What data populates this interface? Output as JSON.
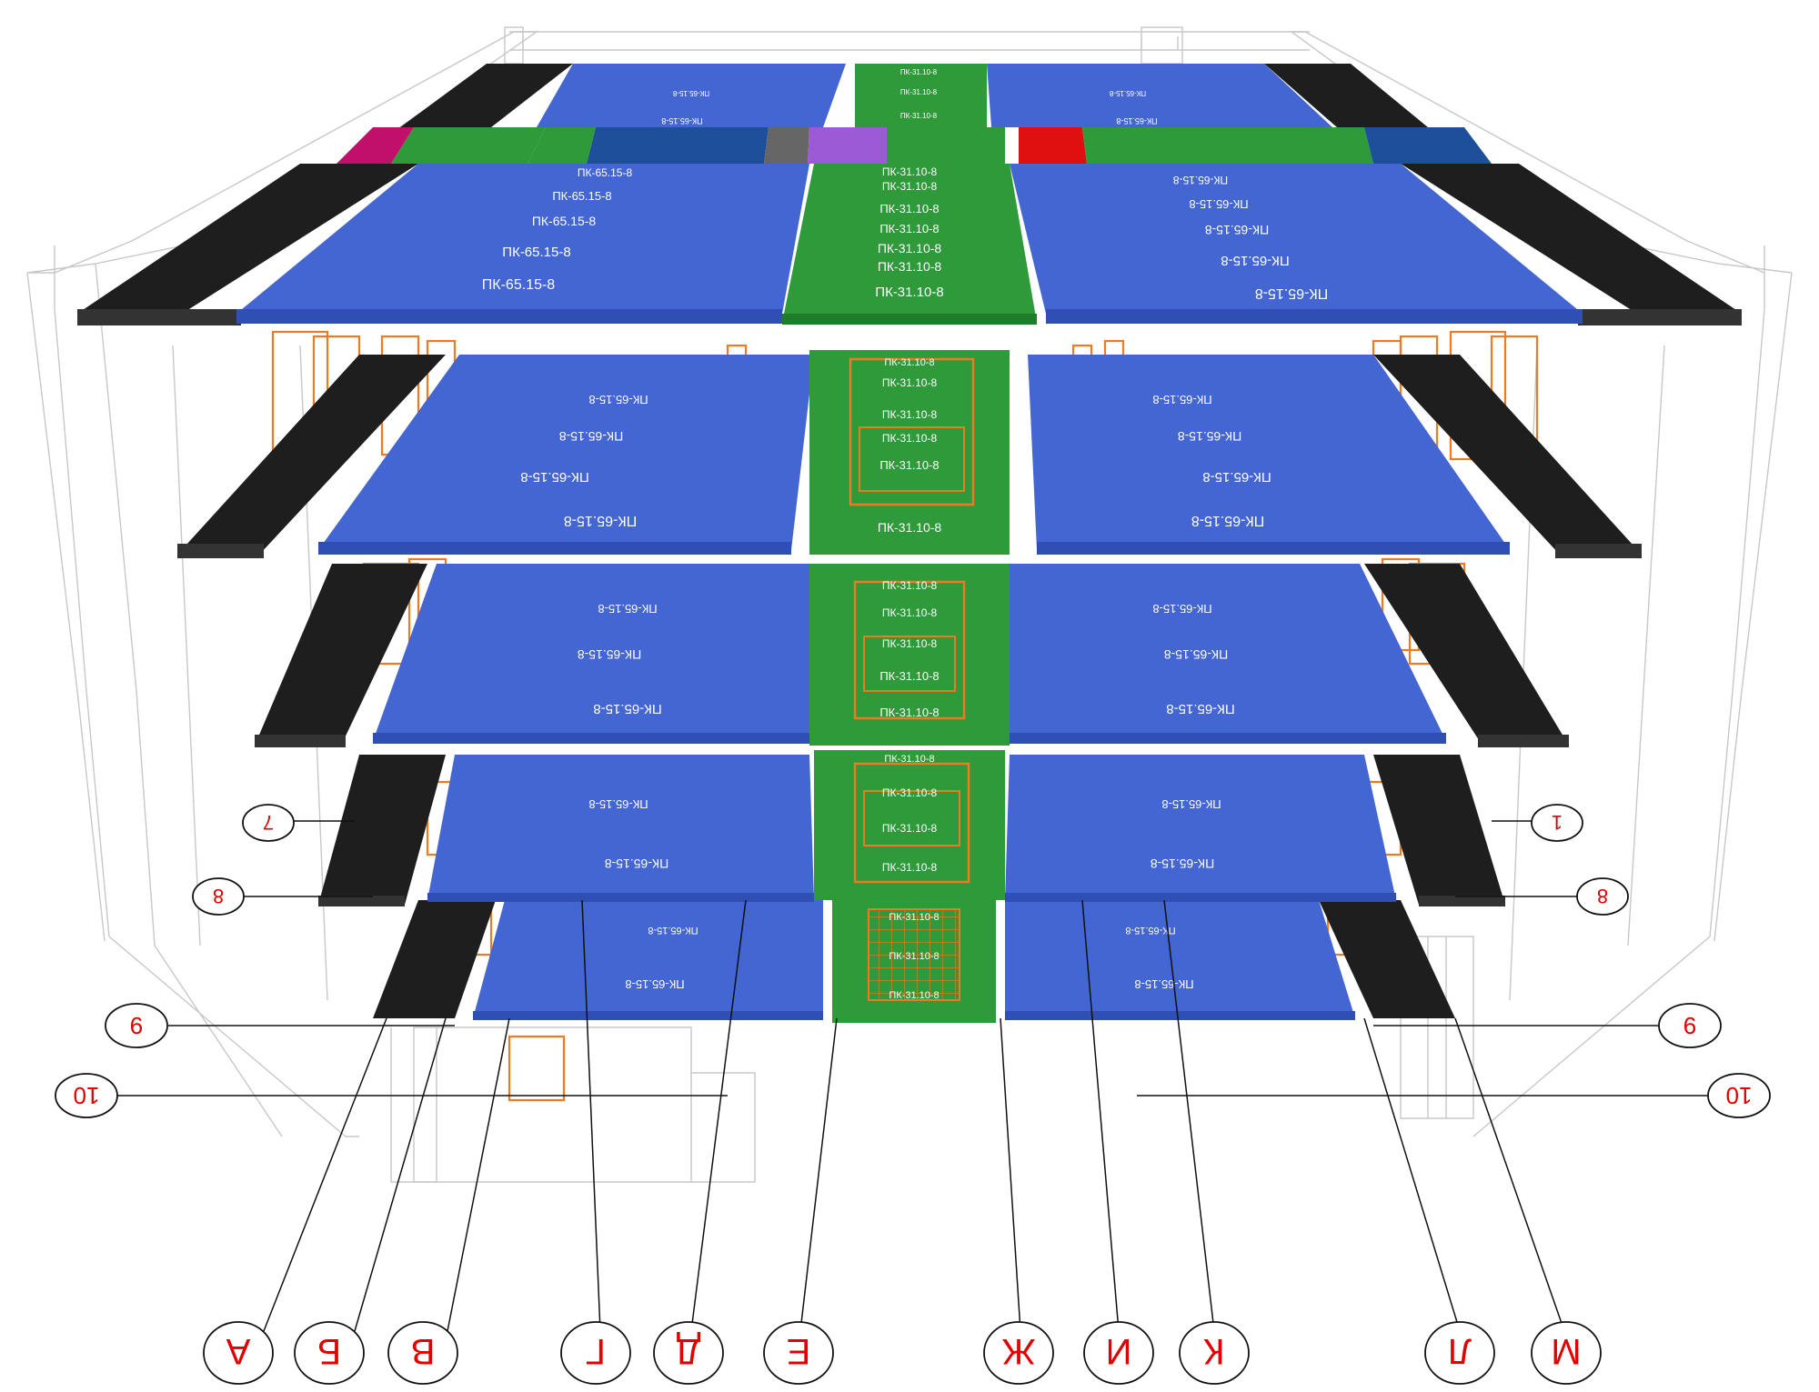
{
  "labels": {
    "blue_slab": "ПК-65.15-8",
    "green_slab": "ПК-31.10-8"
  },
  "colors": {
    "blue": "#4366d2",
    "blue_dark": "#2f4fb5",
    "green": "#2e9a3a",
    "green_dark": "#1e7d2b",
    "black": "#1e1e1e",
    "orange": "#f07a20",
    "magenta": "#c0106b",
    "purple": "#9b5bd6",
    "red": "#e01010",
    "navy": "#1d4f9a",
    "grey": "#666666",
    "axis_red": "#e00000"
  },
  "axes": {
    "letters": [
      "А",
      "Б",
      "В",
      "Г",
      "Д",
      "Е",
      "Ж",
      "И",
      "К",
      "Л",
      "М"
    ],
    "left_numbers": [
      "7",
      "8",
      "9",
      "10"
    ],
    "right_numbers": [
      "1",
      "8",
      "9",
      "10"
    ]
  }
}
